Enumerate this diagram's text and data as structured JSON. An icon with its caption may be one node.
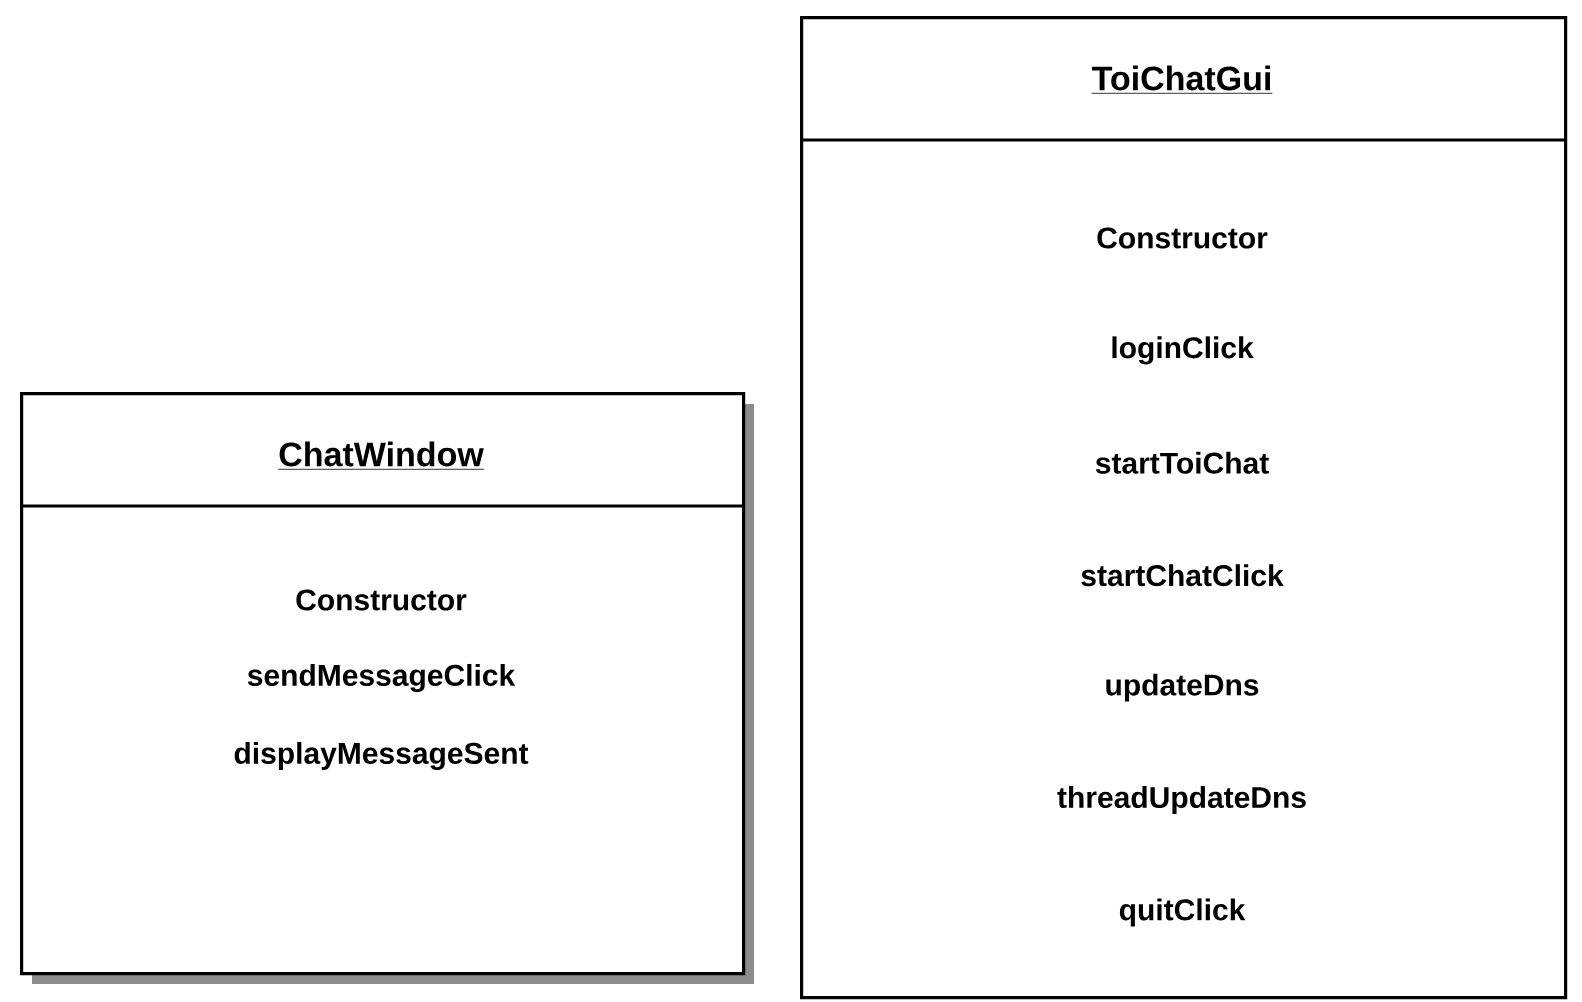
{
  "diagram": {
    "nodes": [
      {
        "text": [
          "ChatWindow",
          "Constructor",
          "sendMessageClick",
          "displayMessageSent"
        ]
      },
      {
        "text": [
          "ToiChatGui",
          "Constructor",
          "loginClick",
          "startToiChat",
          "startChatClick",
          "updateDns",
          "threadUpdateDns",
          "quitClick"
        ]
      }
    ]
  }
}
